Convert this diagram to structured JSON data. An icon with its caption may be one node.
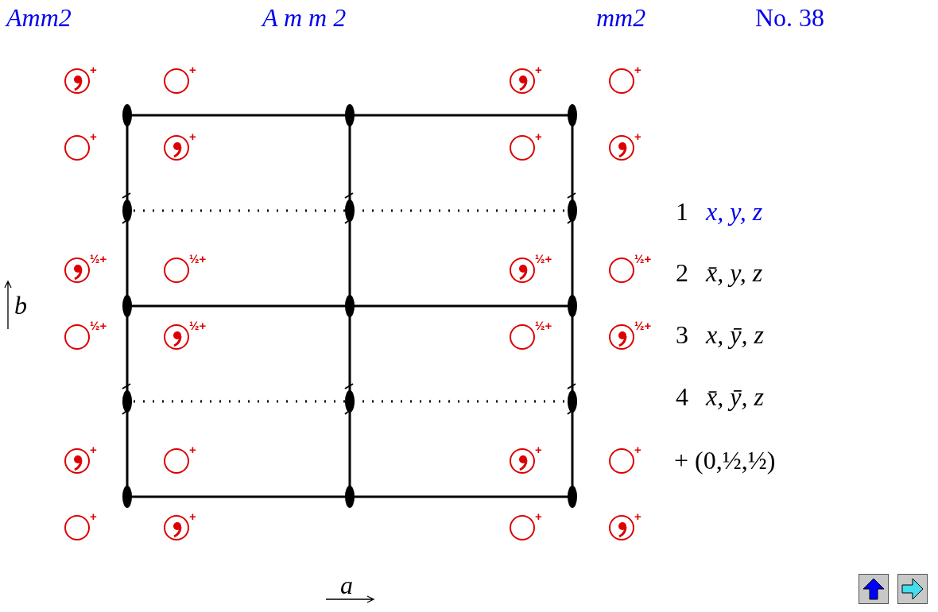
{
  "diagram": {
    "labels": [
      "Amm2",
      "A m m 2",
      "mm2",
      "No. 38",
      "+",
      "+",
      "+",
      "+",
      "+",
      "+",
      "+",
      "+",
      "½+",
      "½+",
      "½+",
      "½+",
      "½+",
      "½+",
      "½+",
      "½+",
      "+",
      "+",
      "+",
      "+",
      "+",
      "+",
      "+",
      "+",
      "1",
      "x, y, z",
      "2",
      "x̄, y, z",
      "3",
      "x, ȳ, z",
      "4",
      "x̄, ȳ, z",
      "+ (0,½,½)",
      "b",
      "a"
    ]
  }
}
